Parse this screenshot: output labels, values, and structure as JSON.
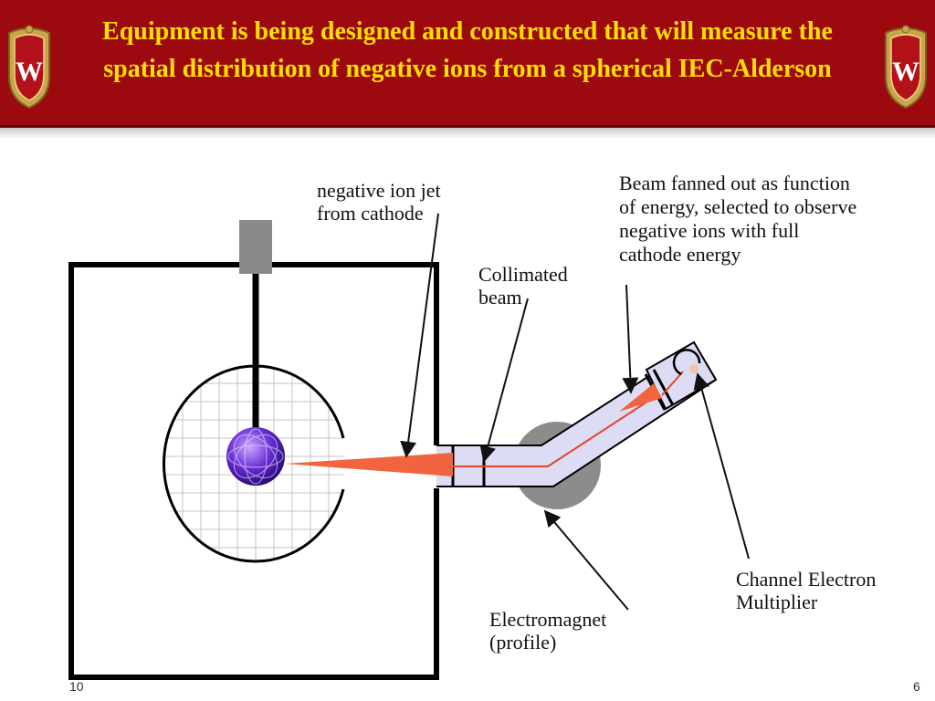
{
  "slide": {
    "title": "Equipment is being designed and constructed that will measure the spatial distribution of negative ions from a spherical IEC-Alderson",
    "page_number": "6",
    "slide_number": "10",
    "header_color": "#9c0a10",
    "title_color": "#ffe000"
  },
  "crest": {
    "icon": "university-crest-icon",
    "letter": "W"
  },
  "labels": {
    "neg_ion_jet": [
      "negative ion jet",
      "from cathode"
    ],
    "collimated": [
      "Collimated",
      "beam"
    ],
    "beam_fanned": [
      "Beam fanned out as function",
      "of energy, selected to observe",
      "negative ions with full",
      "cathode energy"
    ],
    "electromagnet": [
      "Electromagnet",
      "(profile)"
    ],
    "channel_electron": [
      "Channel Electron",
      "Multiplier"
    ]
  },
  "colors": {
    "beam": "#f0653f",
    "chamber_fill": "#dcdcf5",
    "magnet": "#8c8c8c",
    "grid": "#c4c4c4",
    "cathode": "#6a2fd6"
  }
}
